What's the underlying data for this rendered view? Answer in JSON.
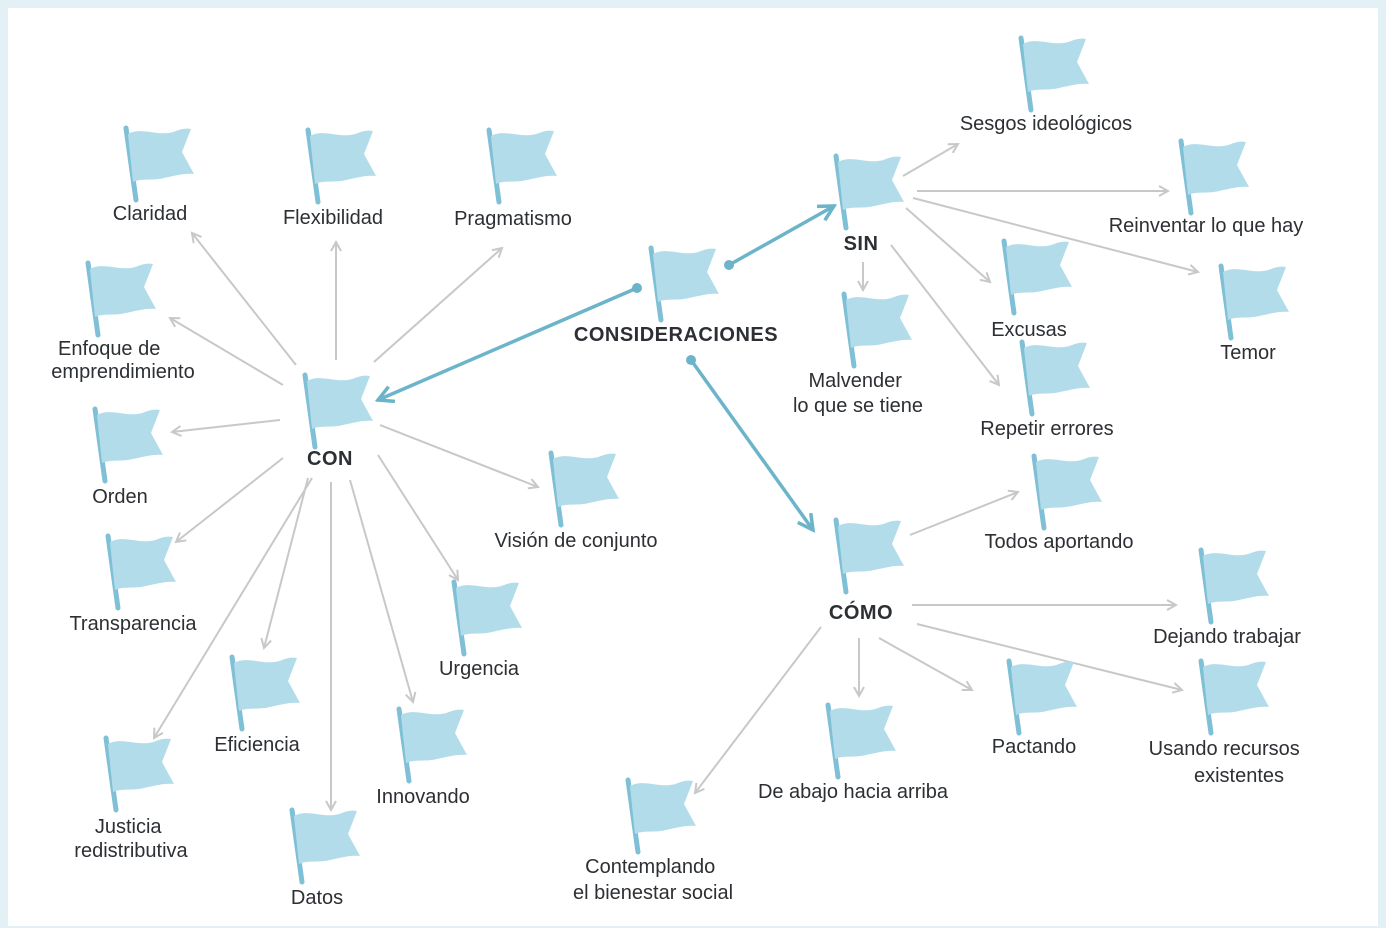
{
  "colors": {
    "flag_fill": "#b3dceb",
    "flag_pole": "#7fc0d6",
    "connector_gray": "#c8c8c8",
    "connector_blue": "#6cb4c9",
    "text": "#2c2f33",
    "frame": "#e3f1f6"
  },
  "icons": {
    "node_marker": "flag-icon"
  },
  "hubs": {
    "root": "CONSIDERACIONES",
    "con": "CON",
    "sin": "SIN",
    "como": "CÓMO"
  },
  "con_items": {
    "claridad": "Claridad",
    "flexibilidad": "Flexibilidad",
    "pragmatismo": "Pragmatismo",
    "enfoque": [
      "Enfoque de",
      "emprendimiento"
    ],
    "orden": "Orden",
    "transparencia": "Transparencia",
    "eficiencia": "Eficiencia",
    "justicia": [
      "Justicia",
      "redistributiva"
    ],
    "datos": "Datos",
    "innovando": "Innovando",
    "urgencia": "Urgencia",
    "vision": "Visión de conjunto"
  },
  "sin_items": {
    "sesgos": "Sesgos ideológicos",
    "reinventar": "Reinventar lo que hay",
    "temor": "Temor",
    "excusas": "Excusas",
    "repetir": "Repetir errores",
    "malvender": [
      "Malvender",
      "lo que se tiene"
    ]
  },
  "como_items": {
    "todos": "Todos aportando",
    "dejando": "Dejando trabajar",
    "usando": [
      "Usando recursos",
      "existentes"
    ],
    "pactando": "Pactando",
    "abajo": "De abajo hacia arriba",
    "contemplando": [
      "Contemplando",
      "el bienestar social"
    ]
  }
}
